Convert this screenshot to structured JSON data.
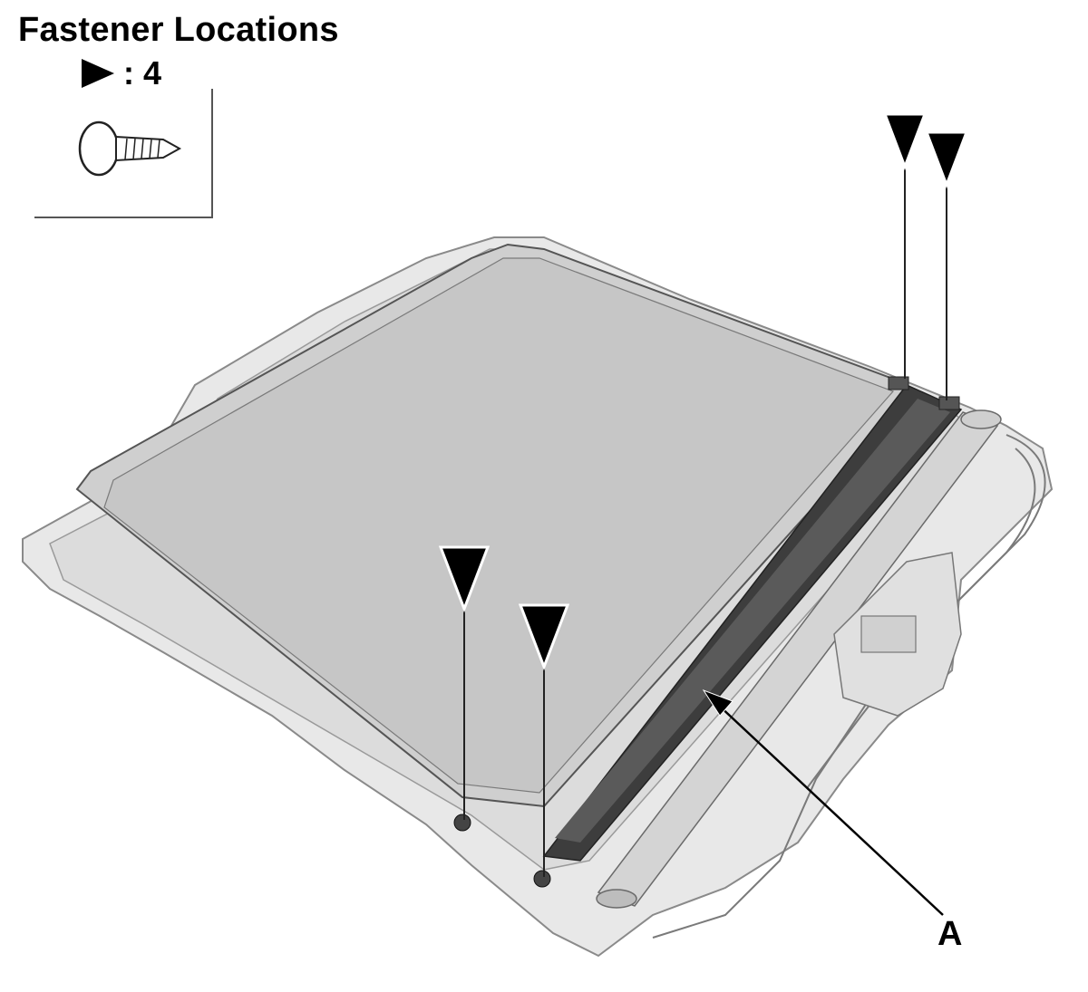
{
  "header": {
    "title": "Fastener Locations",
    "count_value": ": 4"
  },
  "legend": {
    "fastener_icon": "tapping-screw-icon",
    "marker_icon": "fastener-marker-triangle-icon"
  },
  "callouts": {
    "part_a": "A"
  },
  "colors": {
    "ink": "#000000",
    "panel_fill": "#c8c8c8",
    "frame_fill": "#e6e6e6",
    "seal_dark": "#3a3a3a"
  }
}
